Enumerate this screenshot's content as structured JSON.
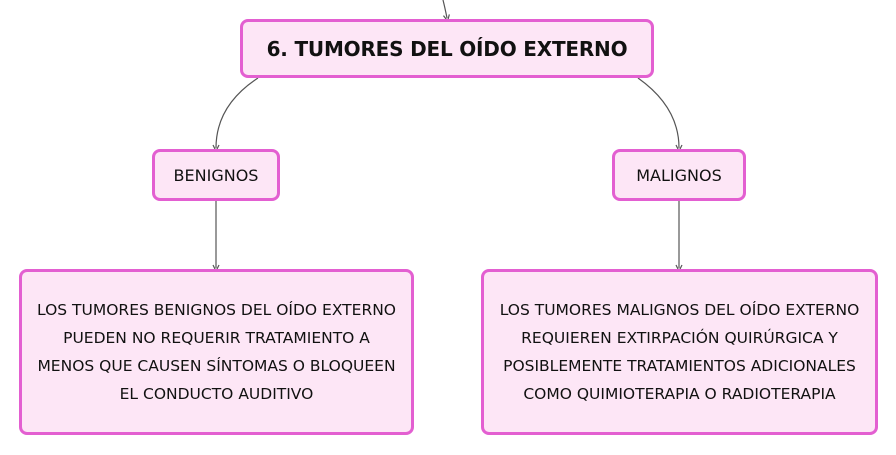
{
  "diagram": {
    "root": {
      "label": "6. TUMORES DEL OÍDO EXTERNO"
    },
    "branches": [
      {
        "label": "BENIGNOS",
        "description": "LOS TUMORES BENIGNOS DEL OÍDO EXTERNO PUEDEN NO REQUERIR TRATAMIENTO A MENOS QUE CAUSEN SÍNTOMAS O BLOQUEEN EL CONDUCTO AUDITIVO"
      },
      {
        "label": "MALIGNOS",
        "description": "LOS TUMORES MALIGNOS DEL OÍDO EXTERNO REQUIEREN EXTIRPACIÓN QUIRÚRGICA Y POSIBLEMENTE TRATAMIENTOS ADICIONALES COMO QUIMIOTERAPIA O RADIOTERAPIA"
      }
    ]
  },
  "colors": {
    "node_fill": "#fde6f6",
    "node_border": "#e35fd1",
    "connector": "#555555",
    "text": "#111111"
  }
}
